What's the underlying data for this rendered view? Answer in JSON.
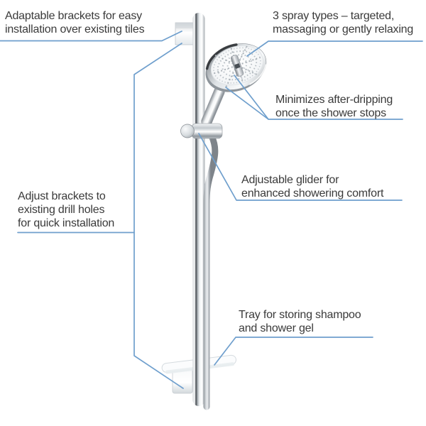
{
  "colors": {
    "accent": "#6f9fcd",
    "text": "#3a3a3a",
    "background": "#ffffff"
  },
  "callouts": {
    "adaptable_brackets": {
      "line1": "Adaptable brackets for easy",
      "line2": "installation over existing tiles"
    },
    "spray_types": {
      "line1": "3 spray types – targeted,",
      "line2": "massaging or gently relaxing"
    },
    "after_dripping": {
      "line1": "Minimizes after-dripping",
      "line2": "once the shower stops"
    },
    "glider": {
      "line1": "Adjustable glider for",
      "line2": "enhanced showering comfort"
    },
    "adjust_brackets": {
      "line1": "Adjust brackets to",
      "line2": "existing drill holes",
      "line3": "for quick installation"
    },
    "tray": {
      "line1": "Tray for storing shampoo",
      "line2": "and shower gel"
    }
  }
}
